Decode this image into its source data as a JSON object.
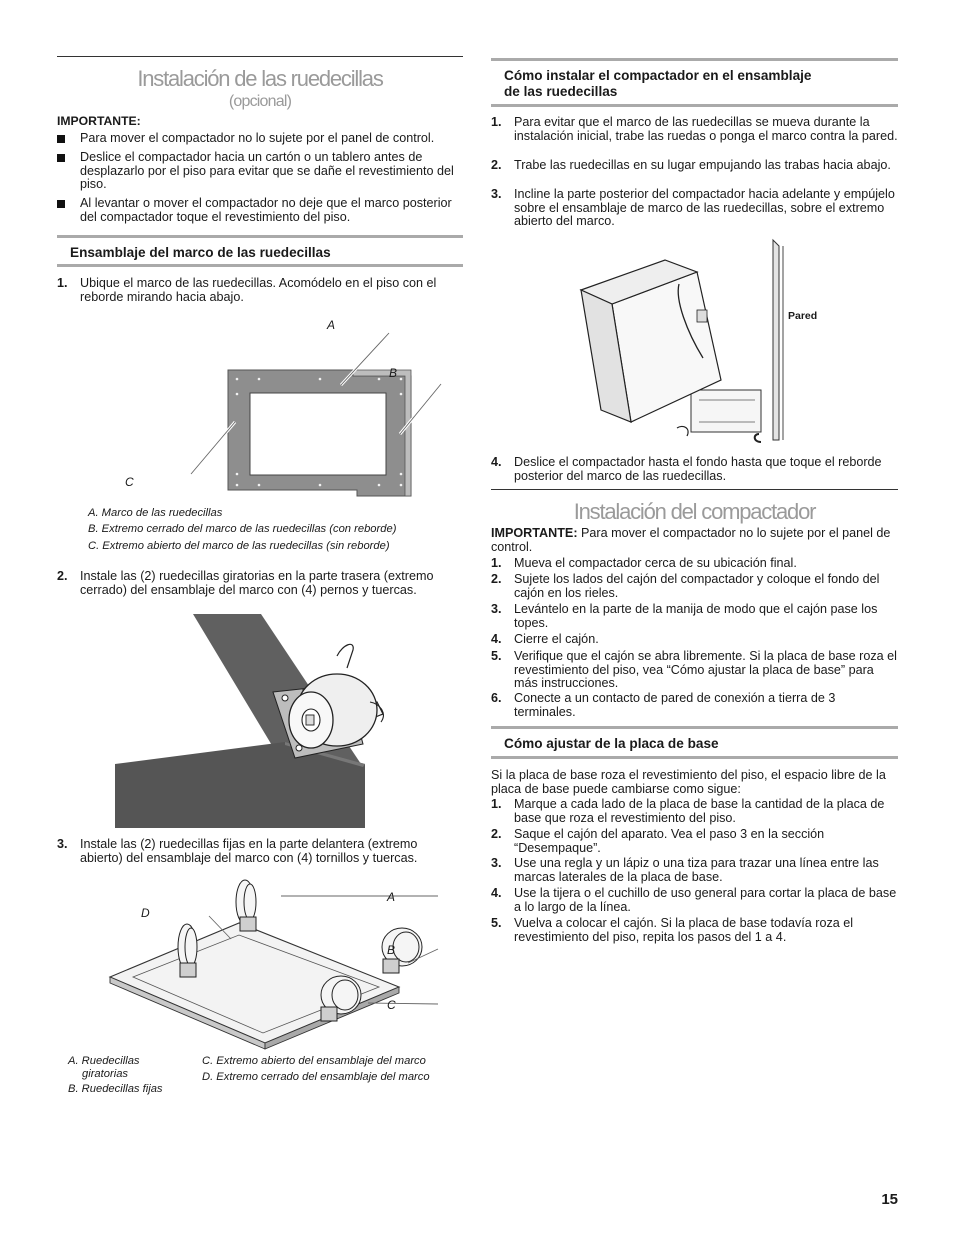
{
  "left": {
    "title": "Instalación de las ruedecillas",
    "subtitle": "(opcional)",
    "importante_label": "IMPORTANTE:",
    "bullets": [
      "Para mover el compactador no lo sujete por el panel de control.",
      "Deslice el compactador hacia un cartón o un tablero antes de desplazarlo por el piso para evitar que se dañe el revestimiento del piso.",
      "Al levantar o mover el compactador no deje que el marco posterior del compactador toque el revestimiento del piso."
    ],
    "section1_title": "Ensamblaje del marco de las ruedecillas",
    "step1_num": "1.",
    "step1": "Ubique el marco de las ruedecillas. Acomódelo en el piso con el reborde mirando hacia abajo.",
    "fig1_labels": {
      "a": "A",
      "b": "B",
      "c": "C"
    },
    "fig1_captions": [
      "A. Marco de las ruedecillas",
      "B. Extremo cerrado del marco de las ruedecillas (con reborde)",
      "C. Extremo abierto del marco de las ruedecillas (sin reborde)"
    ],
    "step2_num": "2.",
    "step2": "Instale las (2) ruedecillas giratorias en la parte trasera (extremo cerrado) del ensamblaje del marco con (4) pernos y tuercas.",
    "step3_num": "3.",
    "step3": "Instale las (2) ruedecillas fijas en la parte delantera (extremo abierto) del ensamblaje del marco con (4) tornillos y tuercas.",
    "fig3_labels": {
      "a": "A",
      "b": "B",
      "c": "C",
      "d": "D"
    },
    "fig3_captions_left": [
      "A. Ruedecillas",
      "giratorias",
      "B. Ruedecillas fijas"
    ],
    "fig3_captions_right": [
      "C. Extremo abierto del ensamblaje del marco",
      "D. Extremo cerrado del ensamblaje del marco"
    ]
  },
  "right": {
    "section1_title_line1": "Cómo instalar el compactador en el ensamblaje",
    "section1_title_line2": "de las ruedecillas",
    "steps": [
      {
        "n": "1.",
        "t": "Para evitar que el marco de las ruedecillas se mueva durante la instalación inicial, trabe las ruedas o ponga el marco contra la pared."
      },
      {
        "n": "2.",
        "t": "Trabe las ruedecillas en su lugar empujando las trabas hacia abajo."
      },
      {
        "n": "3.",
        "t": "Incline la parte posterior del compactador hacia adelante y empújelo sobre el ensamblaje de marco de las ruedecillas, sobre el extremo abierto del marco."
      }
    ],
    "fig_wall_label": "Pared",
    "step4": {
      "n": "4.",
      "t": "Deslice el compactador hasta el fondo hasta que toque el reborde posterior del marco de las ruedecillas."
    },
    "title2": "Instalación del compactador",
    "importante_label": "IMPORTANTE:",
    "importante_text": " Para mover el compactador no lo sujete por el panel de control.",
    "steps2": [
      {
        "n": "1.",
        "t": "Mueva el compactador cerca de su ubicación final."
      },
      {
        "n": "2.",
        "t": "Sujete los lados del cajón del compactador y coloque el fondo del cajón en los rieles."
      },
      {
        "n": "3.",
        "t": "Levántelo en la parte de la manija de modo que el cajón pase los topes."
      },
      {
        "n": "4.",
        "t": "Cierre el cajón."
      },
      {
        "n": "5.",
        "t": "Verifique que el cajón se abra libremente. Si la placa de base roza el revestimiento del piso, vea “Cómo ajustar la placa de base” para más instrucciones."
      },
      {
        "n": "6.",
        "t": "Conecte a un contacto de pared de conexión a tierra de 3 terminales."
      }
    ],
    "section3_title": "Cómo ajustar de la placa de base",
    "section3_intro": "Si la placa de base roza el revestimiento del piso, el espacio libre de la placa de base puede cambiarse como sigue:",
    "steps3": [
      {
        "n": "1.",
        "t": "Marque a cada lado de la placa de base la cantidad de la placa de base que roza el revestimiento del piso."
      },
      {
        "n": "2.",
        "t": "Saque el cajón del aparato. Vea el paso 3 en la sección “Desempaque”."
      },
      {
        "n": "3.",
        "t": "Use una regla y un lápiz o una tiza para trazar una línea entre las marcas laterales de la placa de base."
      },
      {
        "n": "4.",
        "t": "Use la tijera o el cuchillo de uso general para cortar la placa de base a lo largo de la línea."
      },
      {
        "n": "5.",
        "t": "Vuelva a colocar el cajón. Si la placa de base todavía roza el revestimiento del piso, repita los pasos del 1 a 4."
      }
    ]
  },
  "page_number": "15"
}
